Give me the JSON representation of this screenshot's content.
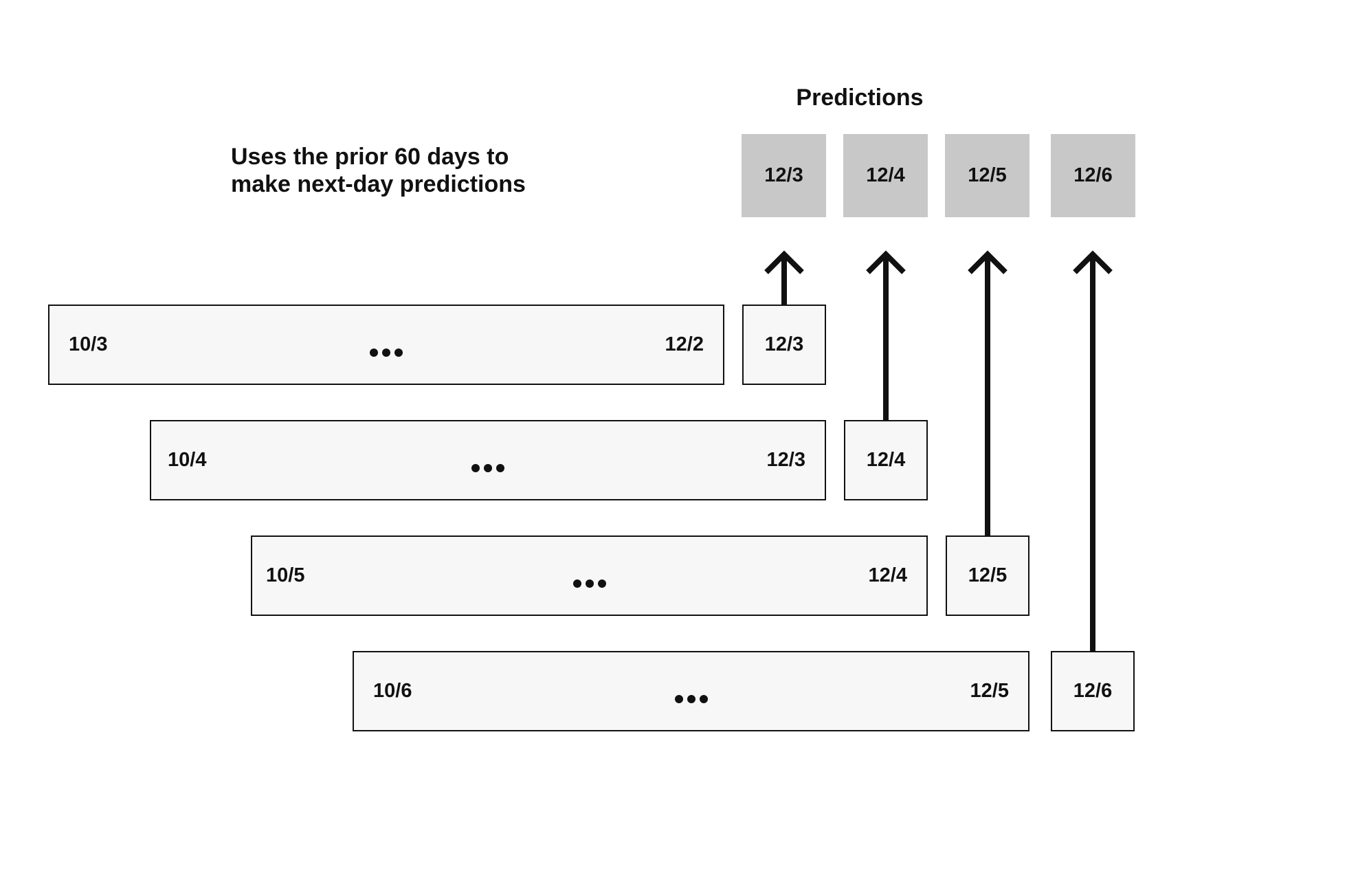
{
  "title": "Predictions",
  "caption": {
    "line1": "Uses the prior 60 days to",
    "line2": "make next-day predictions"
  },
  "colors": {
    "prediction_fill": "#c8c8c8",
    "window_fill": "#f7f7f7",
    "stroke": "#111111"
  },
  "predictions": [
    "12/3",
    "12/4",
    "12/5",
    "12/6"
  ],
  "rows": [
    {
      "start": "10/3",
      "end": "12/2",
      "target": "12/3"
    },
    {
      "start": "10/4",
      "end": "12/3",
      "target": "12/4"
    },
    {
      "start": "10/5",
      "end": "12/4",
      "target": "12/5"
    },
    {
      "start": "10/6",
      "end": "12/5",
      "target": "12/6"
    }
  ]
}
